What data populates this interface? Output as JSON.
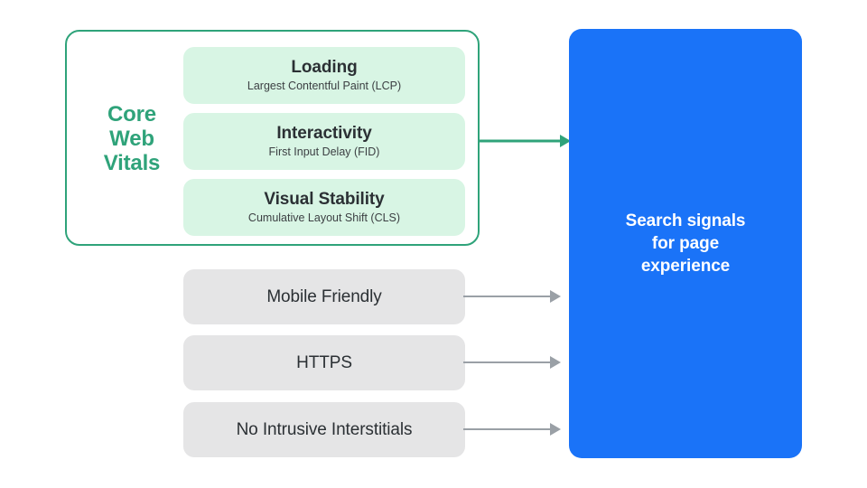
{
  "diagram": {
    "title": "Search signals for page experience",
    "colors": {
      "green_accent": "#2FA37A",
      "green_card_fill": "#D8F5E4",
      "gray_card_fill": "#E5E5E6",
      "blue_panel": "#1A73F8",
      "arrow_gray": "#9AA0A6",
      "text_dark": "#2B3034",
      "text_white": "#FFFFFF",
      "background": "#FFFFFF"
    },
    "core_web_vitals": {
      "group_label": "Core\nWeb\nVitals",
      "group_label_line1": "Core",
      "group_label_line2": "Web",
      "group_label_line3": "Vitals",
      "items": [
        {
          "title": "Loading",
          "subtitle": "Largest Contentful Paint (LCP)",
          "metric_abbr": "LCP"
        },
        {
          "title": "Interactivity",
          "subtitle": "First Input Delay (FID)",
          "metric_abbr": "FID"
        },
        {
          "title": "Visual Stability",
          "subtitle": "Cumulative Layout Shift (CLS)",
          "metric_abbr": "CLS"
        }
      ]
    },
    "other_signals": [
      {
        "label": "Mobile Friendly"
      },
      {
        "label": "HTTPS"
      },
      {
        "label": "No Intrusive Interstitials"
      }
    ],
    "output_panel": {
      "text": "Search signals\nfor page\nexperience",
      "line1": "Search signals",
      "line2": "for page",
      "line3": "experience"
    },
    "connectors": [
      {
        "name": "core-web-vitals-to-output",
        "color": "#2FA37A",
        "style": "solid-arrow"
      },
      {
        "name": "mobile-friendly-to-output",
        "color": "#9AA0A6",
        "style": "solid-arrow"
      },
      {
        "name": "https-to-output",
        "color": "#9AA0A6",
        "style": "solid-arrow"
      },
      {
        "name": "no-intrusive-interstitials-to-output",
        "color": "#9AA0A6",
        "style": "solid-arrow"
      }
    ]
  }
}
